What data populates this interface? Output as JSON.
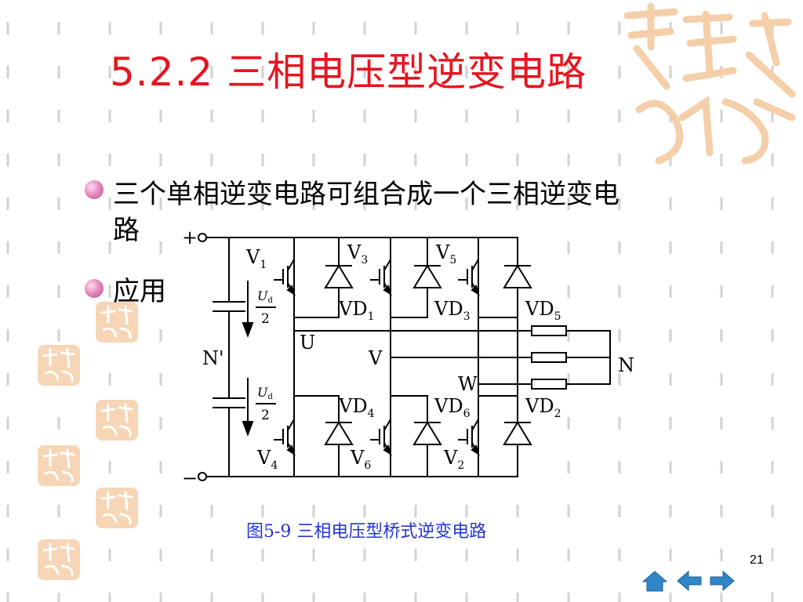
{
  "slide": {
    "title": "5.2.2  三相电压型逆变电路",
    "bullets": [
      {
        "line1": "三个单相逆变电路可组合成一个三相逆变电",
        "line2": "路"
      },
      {
        "line1": "应用"
      }
    ],
    "caption": "图5-9   三相电压型桥式逆变电路",
    "page_number": "21"
  },
  "circuit": {
    "plus": "+",
    "minus": "−",
    "neutral_dc": "N'",
    "neutral_load": "N",
    "ud": "U",
    "ud_sub": "d",
    "ud_den": "2",
    "phases": {
      "u": "U",
      "v": "V",
      "w": "W"
    },
    "switches": {
      "v1": {
        "letter": "V",
        "sub": "1"
      },
      "v3": {
        "letter": "V",
        "sub": "3"
      },
      "v5": {
        "letter": "V",
        "sub": "5"
      },
      "v4": {
        "letter": "V",
        "sub": "4"
      },
      "v6": {
        "letter": "V",
        "sub": "6"
      },
      "v2": {
        "letter": "V",
        "sub": "2"
      }
    },
    "diodes": {
      "vd1": {
        "letter": "VD",
        "sub": "1"
      },
      "vd3": {
        "letter": "VD",
        "sub": "3"
      },
      "vd5": {
        "letter": "VD",
        "sub": "5"
      },
      "vd4": {
        "letter": "VD",
        "sub": "4"
      },
      "vd6": {
        "letter": "VD",
        "sub": "6"
      },
      "vd2": {
        "letter": "VD",
        "sub": "2"
      }
    }
  },
  "colors": {
    "title": "#e8141f",
    "caption": "#2534d8",
    "nav": "#2f86c9",
    "watermark": "#f4cfaa"
  },
  "nav": {
    "home_icon": "home-icon",
    "prev_icon": "arrow-left-icon",
    "next_icon": "arrow-right-icon"
  }
}
